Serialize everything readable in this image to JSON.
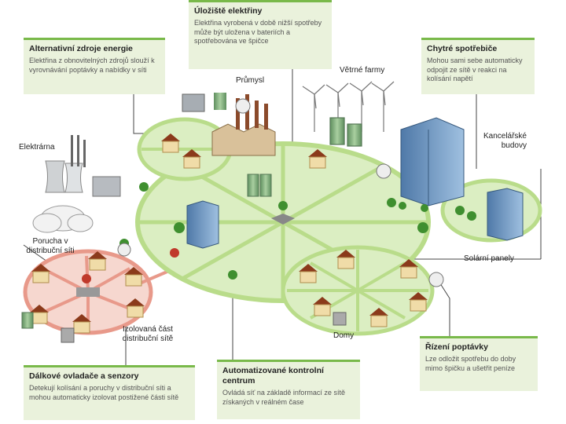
{
  "boxes": {
    "storage": {
      "title": "Úložiště elektřiny",
      "text": "Elektřina vyrobená v době nižší spotřeby může být uložena v bateriích a spotřebována ve špičce"
    },
    "renewables": {
      "title": "Alternativní zdroje energie",
      "text": "Elektřina z obnovitelných zdrojů slouží k vyrovnávání poptávky a nabídky v síti"
    },
    "smart_appliances": {
      "title": "Chytré spotřebiče",
      "text": "Mohou sami sebe automaticky odpojit ze sítě v reakci na kolísání napětí"
    },
    "remote_sensors": {
      "title": "Dálkové ovladače a senzory",
      "text": "Detekují kolísání a poruchy v distribuční síti a mohou automaticky izolovat postižené části sítě"
    },
    "control_center": {
      "title": "Automatizované kontrolní centrum",
      "text": "Ovládá síť na základě informací ze sítě získaných v reálném čase"
    },
    "demand": {
      "title": "Řízení poptávky",
      "text": "Lze odložit spotřebu do doby mimo špičku a ušetřit peníze"
    }
  },
  "labels": {
    "industry": "Průmysl",
    "wind_farms": "Větrné farmy",
    "offices": "Kancelářské budovy",
    "power_plant": "Elektrárna",
    "fault": "Porucha v distribuční síti",
    "isolated": "Izolovaná část distribuční sítě",
    "solar": "Solární panely",
    "houses": "Domy"
  },
  "colors": {
    "accent": "#79b94a",
    "panel": "#eaf2dc",
    "grid_green": "#b9dc8a",
    "fault_red": "#e8998a"
  }
}
